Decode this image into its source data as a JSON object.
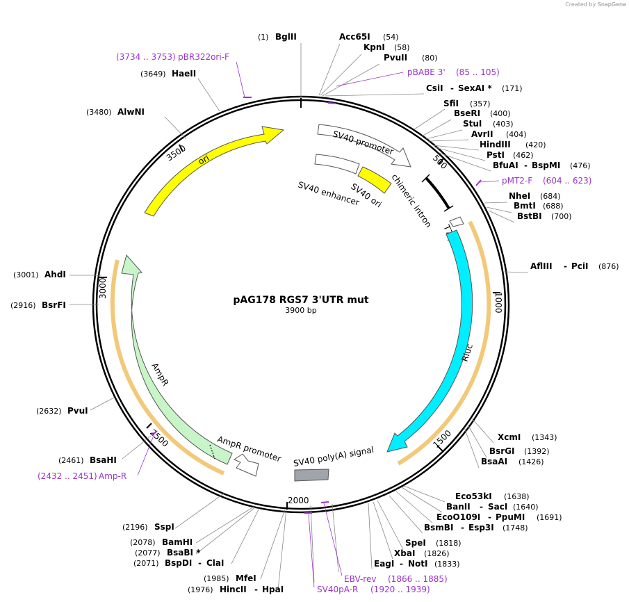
{
  "credit": {
    "prefix": "Created by",
    "brand": "SnapGene"
  },
  "plasmid": {
    "name": "pAG178 RGS7 3'UTR mut",
    "length_text": "3900 bp",
    "length": 3900
  },
  "ticks": [
    {
      "pos": 500,
      "label": "500"
    },
    {
      "pos": 1000,
      "label": "1000"
    },
    {
      "pos": 1500,
      "label": "1500"
    },
    {
      "pos": 2000,
      "label": "2000"
    },
    {
      "pos": 2500,
      "label": "2500"
    },
    {
      "pos": 3000,
      "label": "3000"
    },
    {
      "pos": 3500,
      "label": "3500"
    }
  ],
  "features": [
    {
      "name": "ori",
      "color": "#ffff00",
      "type": "arrow"
    },
    {
      "name": "SV40 promoter",
      "color": "#ffffff",
      "type": "arrow"
    },
    {
      "name": "SV40 enhancer",
      "color": "#ffffff",
      "type": "box"
    },
    {
      "name": "SV40 ori",
      "color": "#ffff00",
      "type": "box"
    },
    {
      "name": "chimeric intron",
      "color": "#000000",
      "type": "line"
    },
    {
      "name": "T7 promoter",
      "color": "#ffffff",
      "type": "arrow"
    },
    {
      "name": "Rluc",
      "color": "#00eeff",
      "type": "arrow"
    },
    {
      "name": "SV40 poly(A) signal",
      "color": "#a0a4ab",
      "type": "box"
    },
    {
      "name": "AmpR promoter",
      "color": "#ffffff",
      "type": "arrow"
    },
    {
      "name": "AmpR",
      "color": "#c8f5c8",
      "type": "arrow"
    }
  ],
  "sites_right": [
    {
      "parts": [
        {
          "e": "BglII",
          "p": "(1)"
        }
      ]
    },
    {
      "parts": [
        {
          "e": "Acc65I",
          "p": "(54)"
        }
      ]
    },
    {
      "parts": [
        {
          "e": "KpnI",
          "p": "(58)"
        }
      ]
    },
    {
      "parts": [
        {
          "e": "PvuII",
          "p": "(80)"
        }
      ]
    },
    {
      "primer": "pBABE 3'",
      "range": "(85 .. 105)"
    },
    {
      "parts": [
        {
          "e": "CsiI"
        },
        {
          "e": "SexAI *",
          "p": "(171)"
        }
      ]
    },
    {
      "parts": [
        {
          "e": "SfiI",
          "p": "(357)"
        }
      ]
    },
    {
      "parts": [
        {
          "e": "BseRI",
          "p": "(400)"
        }
      ]
    },
    {
      "parts": [
        {
          "e": "StuI",
          "p": "(403)"
        }
      ]
    },
    {
      "parts": [
        {
          "e": "AvrII",
          "p": "(404)"
        }
      ]
    },
    {
      "parts": [
        {
          "e": "HindIII",
          "p": "(420)"
        }
      ]
    },
    {
      "parts": [
        {
          "e": "PstI",
          "p": "(462)"
        }
      ]
    },
    {
      "parts": [
        {
          "e": "BfuAI"
        },
        {
          "e": "BspMI",
          "p": "(476)"
        }
      ]
    },
    {
      "primer": "pMT2-F",
      "range": "(604 .. 623)"
    },
    {
      "parts": [
        {
          "e": "NheI",
          "p": "(684)"
        }
      ]
    },
    {
      "parts": [
        {
          "e": "BmtI",
          "p": "(688)"
        }
      ]
    },
    {
      "parts": [
        {
          "e": "BstBI",
          "p": "(700)"
        }
      ]
    },
    {
      "parts": [
        {
          "e": "AflIII"
        },
        {
          "e": "PciI",
          "p": "(876)"
        }
      ]
    },
    {
      "parts": [
        {
          "e": "XcmI",
          "p": "(1343)"
        }
      ]
    },
    {
      "parts": [
        {
          "e": "BsrGI",
          "p": "(1392)"
        }
      ]
    },
    {
      "parts": [
        {
          "e": "BsaAI",
          "p": "(1426)"
        }
      ]
    },
    {
      "parts": [
        {
          "e": "Eco53kI",
          "p": "(1638)"
        }
      ]
    },
    {
      "parts": [
        {
          "e": "BanII"
        },
        {
          "e": "SacI",
          "p": "(1640)"
        }
      ]
    },
    {
      "parts": [
        {
          "e": "EcoO109I"
        },
        {
          "e": "PpuMI",
          "p": "(1691)"
        }
      ]
    },
    {
      "parts": [
        {
          "e": "BsmBI"
        },
        {
          "e": "Esp3I",
          "p": "(1748)"
        }
      ]
    },
    {
      "parts": [
        {
          "e": "SpeI",
          "p": "(1818)"
        }
      ]
    },
    {
      "parts": [
        {
          "e": "XbaI",
          "p": "(1826)"
        }
      ]
    },
    {
      "parts": [
        {
          "e": "EagI"
        },
        {
          "e": "NotI",
          "p": "(1833)"
        }
      ]
    },
    {
      "primer": "EBV-rev",
      "range": "(1866 .. 1885)"
    },
    {
      "primer": "SV40pA-R",
      "range": "(1920 .. 1939)"
    }
  ],
  "sites_left": [
    {
      "pos": "(3734 .. 3753)",
      "primer": "pBR322ori-F"
    },
    {
      "pos": "(3649)",
      "e": "HaeII"
    },
    {
      "pos": "(3480)",
      "e": "AlwNI"
    },
    {
      "pos": "(3001)",
      "e": "AhdI"
    },
    {
      "pos": "(2916)",
      "e": "BsrFI"
    },
    {
      "pos": "(2632)",
      "e": "PvuI"
    },
    {
      "pos": "(2461)",
      "e": "BsaHI"
    },
    {
      "pos": "(2432 .. 2451)",
      "primer": "Amp-R"
    },
    {
      "pos": "(2196)",
      "e": "SspI"
    },
    {
      "pos": "(2078)",
      "e": "BamHI"
    },
    {
      "pos": "(2077)",
      "e": "BsaBI *"
    },
    {
      "pos": "(2071)",
      "e": "BspDI",
      "e2": "ClaI"
    },
    {
      "pos": "(1985)",
      "e": "MfeI"
    },
    {
      "pos": "(1976)",
      "e": "HincII",
      "e2": "HpaI"
    }
  ]
}
